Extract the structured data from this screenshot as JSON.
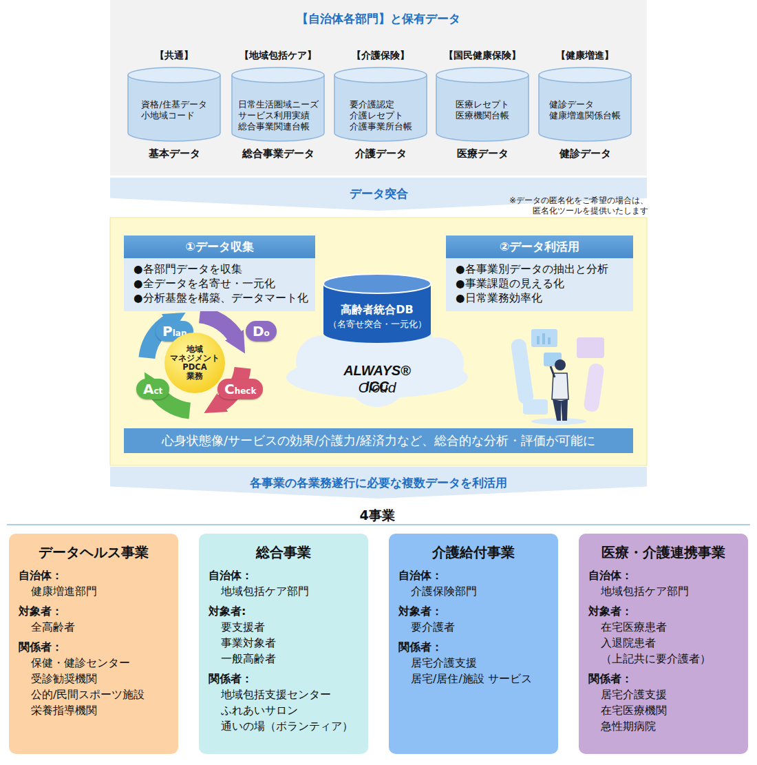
{
  "diagram": {
    "nodes": [
      {
        "text": [
          "【自治体各部門】と保有データ"
        ]
      },
      {
        "text": [
          "【共通】",
          "資格/住基データ 小地域コード",
          "基本データ"
        ],
        "in": 0
      },
      {
        "text": [
          "【地域包括ケア】",
          "日常生活圏域ニーズ サービス利用実績 総合事業関連台帳",
          "総合事業データ"
        ],
        "in": 0
      },
      {
        "text": [
          "【介護保険】",
          "要介護認定 介護レセプト 介護事業所台帳",
          "介護データ"
        ],
        "in": 0
      },
      {
        "text": [
          "【国民健康保険】",
          "医療レセプト 医療機関台帳",
          "医療データ"
        ],
        "in": 0
      },
      {
        "text": [
          "【健康増進】",
          "健診データ 健康増進関係台帳",
          "健診データ"
        ],
        "in": 0
      },
      {
        "text": [
          "データ突合"
        ]
      },
      {
        "text": [
          "①データ収集",
          "●各部門データを収集",
          "●全データを名寄せ・一元化",
          "●分析基盤を構築、データマート化"
        ]
      },
      {
        "text": [
          "②データ利活用",
          "●各事業別データの抽出と分析",
          "●事業課題の見える化",
          "●日常業務効率化"
        ]
      },
      {
        "text": [
          "Plan"
        ]
      },
      {
        "text": [
          "Do"
        ]
      },
      {
        "text": [
          "地域 マネジメント PDCA 業務"
        ]
      },
      {
        "text": [
          "Act"
        ]
      },
      {
        "text": [
          "Check"
        ]
      },
      {
        "text": [
          "高齢者統合DB",
          "（名寄せ突合・一元化）"
        ]
      },
      {
        "text": [
          "心身状態像/サービスの効果/介護力/経済力など、総合的な分析・評価が可能に"
        ]
      },
      {
        "text": [
          "各事業の各業務遂行に必要な複数データを利活用"
        ]
      },
      {
        "text": [
          "データヘルス事業",
          "自治体：",
          "健康増進部門",
          "対象者：",
          "全高齢者",
          "関係者：",
          "保健・健診センター 受診勧奨機関 公的/民間スポーツ施設 栄養指導機関"
        ]
      },
      {
        "text": [
          "総合事業",
          "自治体：",
          "地域包括ケア部門",
          "対象者:",
          "要支援者 事業対象者 一般高齢者",
          "関係者：",
          "地域包括支援センター ふれあいサロン 通いの場（ボランティア）"
        ]
      },
      {
        "text": [
          "介護給付事業",
          "自治体：",
          "介護保険部門",
          "対象者：",
          "要介護者",
          "関係者：",
          "居宅介護支援 居宅/居住/施設 サービス"
        ]
      },
      {
        "text": [
          "医療・介護連携事業",
          "自治体：",
          "地域包括ケア部門",
          "対象者：",
          "在宅医療患者 入退院患者 （上記共に要介護者）",
          "関係者：",
          "居宅介護支援 在宅医療機関 急性期病院"
        ]
      }
    ],
    "labels": [
      "※データの匿名化をご希望の場合は、 匿名化ツールを提供いたします",
      "ALWAYS® ICC",
      "Cloud",
      "4事業"
    ]
  }
}
